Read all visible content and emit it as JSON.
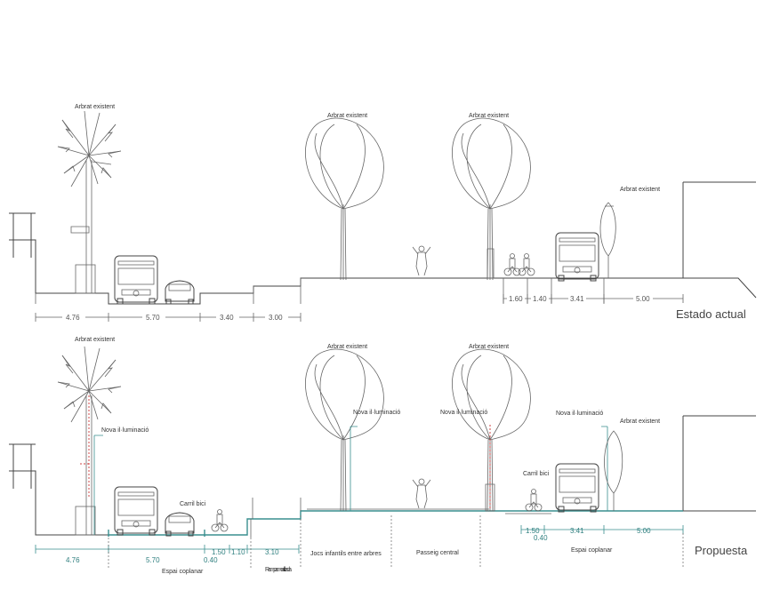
{
  "colors": {
    "line": "#666666",
    "proposal": "#3a8f8f",
    "lighting": "#cc4444"
  },
  "current": {
    "title": "Estado actual",
    "tree_labels": [
      "Arbrat existent",
      "Arbrat existent",
      "Arbrat existent",
      "Arbrat existent"
    ],
    "dimensions": [
      "4.76",
      "5.70",
      "3.40",
      "3.00",
      "1.60",
      "1.40",
      "3.41",
      "5.00"
    ]
  },
  "proposal": {
    "title": "Propuesta",
    "tree_labels": [
      "Arbrat existent",
      "Arbrat existent",
      "Arbrat existent",
      "Arbrat existent"
    ],
    "lighting_labels": [
      "Nova il·luminació",
      "Nova il·luminació",
      "Nova il·luminació",
      "Nova il·luminació"
    ],
    "bike_labels": [
      "Carril bici",
      "Carril bici"
    ],
    "dimensions": [
      "4.76",
      "5.70",
      "1.50",
      "0.40",
      "1.10",
      "3.10",
      "1.50",
      "0.40",
      "3.41",
      "5.00"
    ],
    "zones": [
      "Espai coplanar",
      "Rampa modificada",
      "Jocs infantils entre arbres",
      "Passeig central",
      "Espai coplanar"
    ]
  }
}
